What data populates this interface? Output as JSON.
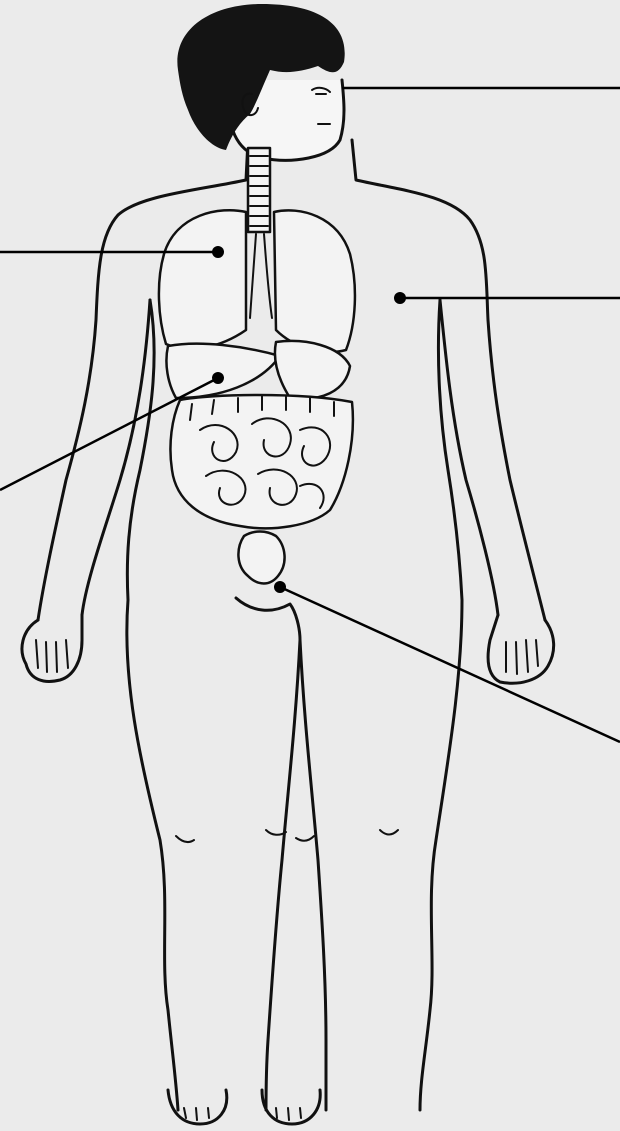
{
  "figure": {
    "subject": "human-body-anatomy",
    "background_text_lines": [],
    "callouts": [
      {
        "id": "head",
        "label": ""
      },
      {
        "id": "lungs",
        "label": ""
      },
      {
        "id": "shoulder",
        "label": ""
      },
      {
        "id": "stomach",
        "label": ""
      },
      {
        "id": "bladder",
        "label": ""
      }
    ],
    "colors": {
      "ink": "#000000",
      "paper": "#ebebeb",
      "faded_text": "#c9c9c9"
    }
  }
}
